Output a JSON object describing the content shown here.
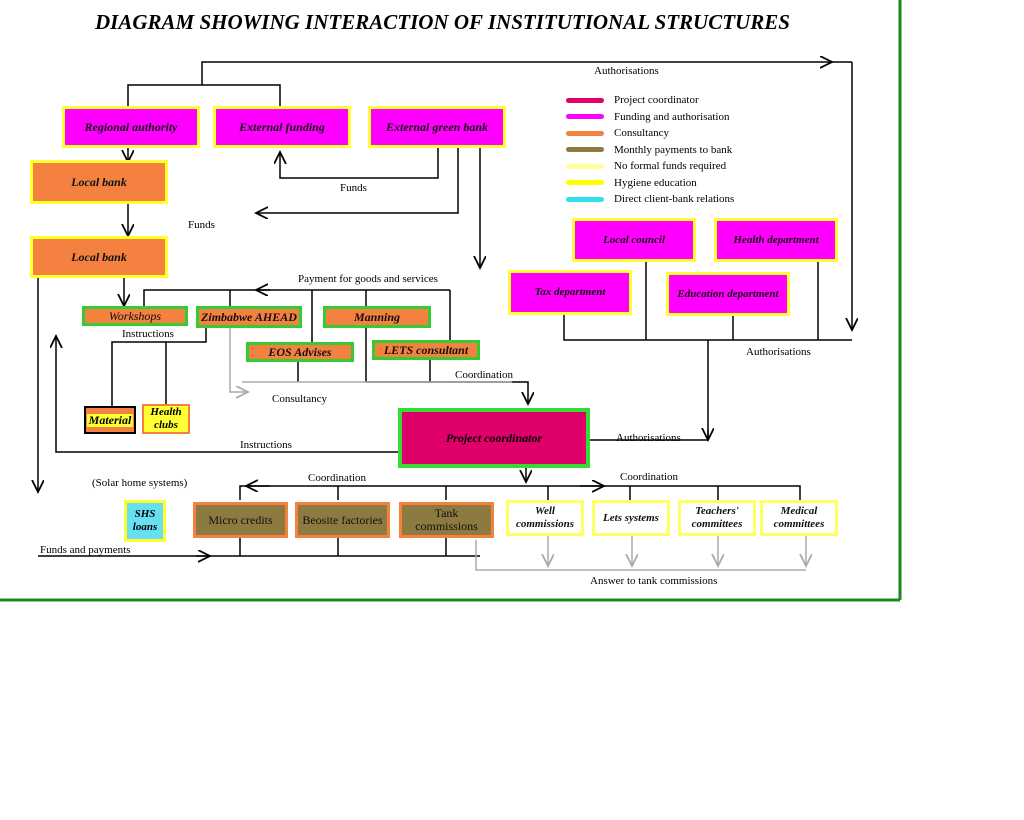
{
  "title": "DIAGRAM SHOWING INTERACTION OF INSTITUTIONAL STRUCTURES",
  "legend": [
    {
      "label": "Project coordinator",
      "color": "#e0006a"
    },
    {
      "label": "Funding and authorisation",
      "color": "#ff00ff"
    },
    {
      "label": "Consultancy",
      "color": "#f4813f"
    },
    {
      "label": "Monthly payments to bank",
      "color": "#8c7a40"
    },
    {
      "label": "No formal funds required",
      "color": "#ffff99"
    },
    {
      "label": "Hygiene education",
      "color": "#ffff00"
    },
    {
      "label": "Direct client-bank relations",
      "color": "#33e0f0"
    }
  ],
  "nodes": {
    "regional_authority": "Regional authority",
    "external_funding": "External funding",
    "external_green_bank": "External green bank",
    "local_bank_1": "Local bank",
    "local_bank_2": "Local bank",
    "workshops": "Workshops",
    "zimbabwe_ahead": "Zimbabwe AHEAD",
    "manning": "Manning",
    "eos_advises": "EOS Advises",
    "lets_consultant": "LETS consultant",
    "material": "Material",
    "health_clubs": "Health clubs",
    "project_coordinator": "Project coordinator",
    "local_council": "Local council",
    "health_department": "Health department",
    "tax_department": "Tax department",
    "education_department": "Education department",
    "shs_loans": "SHS loans",
    "micro_credits": "Micro credits",
    "beosite_factories": "Beosite factories",
    "tank_commissions": "Tank commissions",
    "well_commissions": "Well commissions",
    "lets_systems": "Lets systems",
    "teachers_committees": "Teachers' committees",
    "medical_committees": "Medical committees"
  },
  "labels": {
    "authorisations_top": "Authorisations",
    "funds_1": "Funds",
    "funds_2": "Funds",
    "payment": "Payment for goods and services",
    "instructions_1": "Instructions",
    "coordination_1": "Coordination",
    "consultancy": "Consultancy",
    "instructions_2": "Instructions",
    "authorisations_mid": "Authorisations",
    "authorisations_right": "Authorisations",
    "solar": "(Solar home systems)",
    "coordination_2": "Coordination",
    "coordination_3": "Coordination",
    "funds_payments": "Funds and payments",
    "answer_tank": "Answer to tank commissions"
  }
}
